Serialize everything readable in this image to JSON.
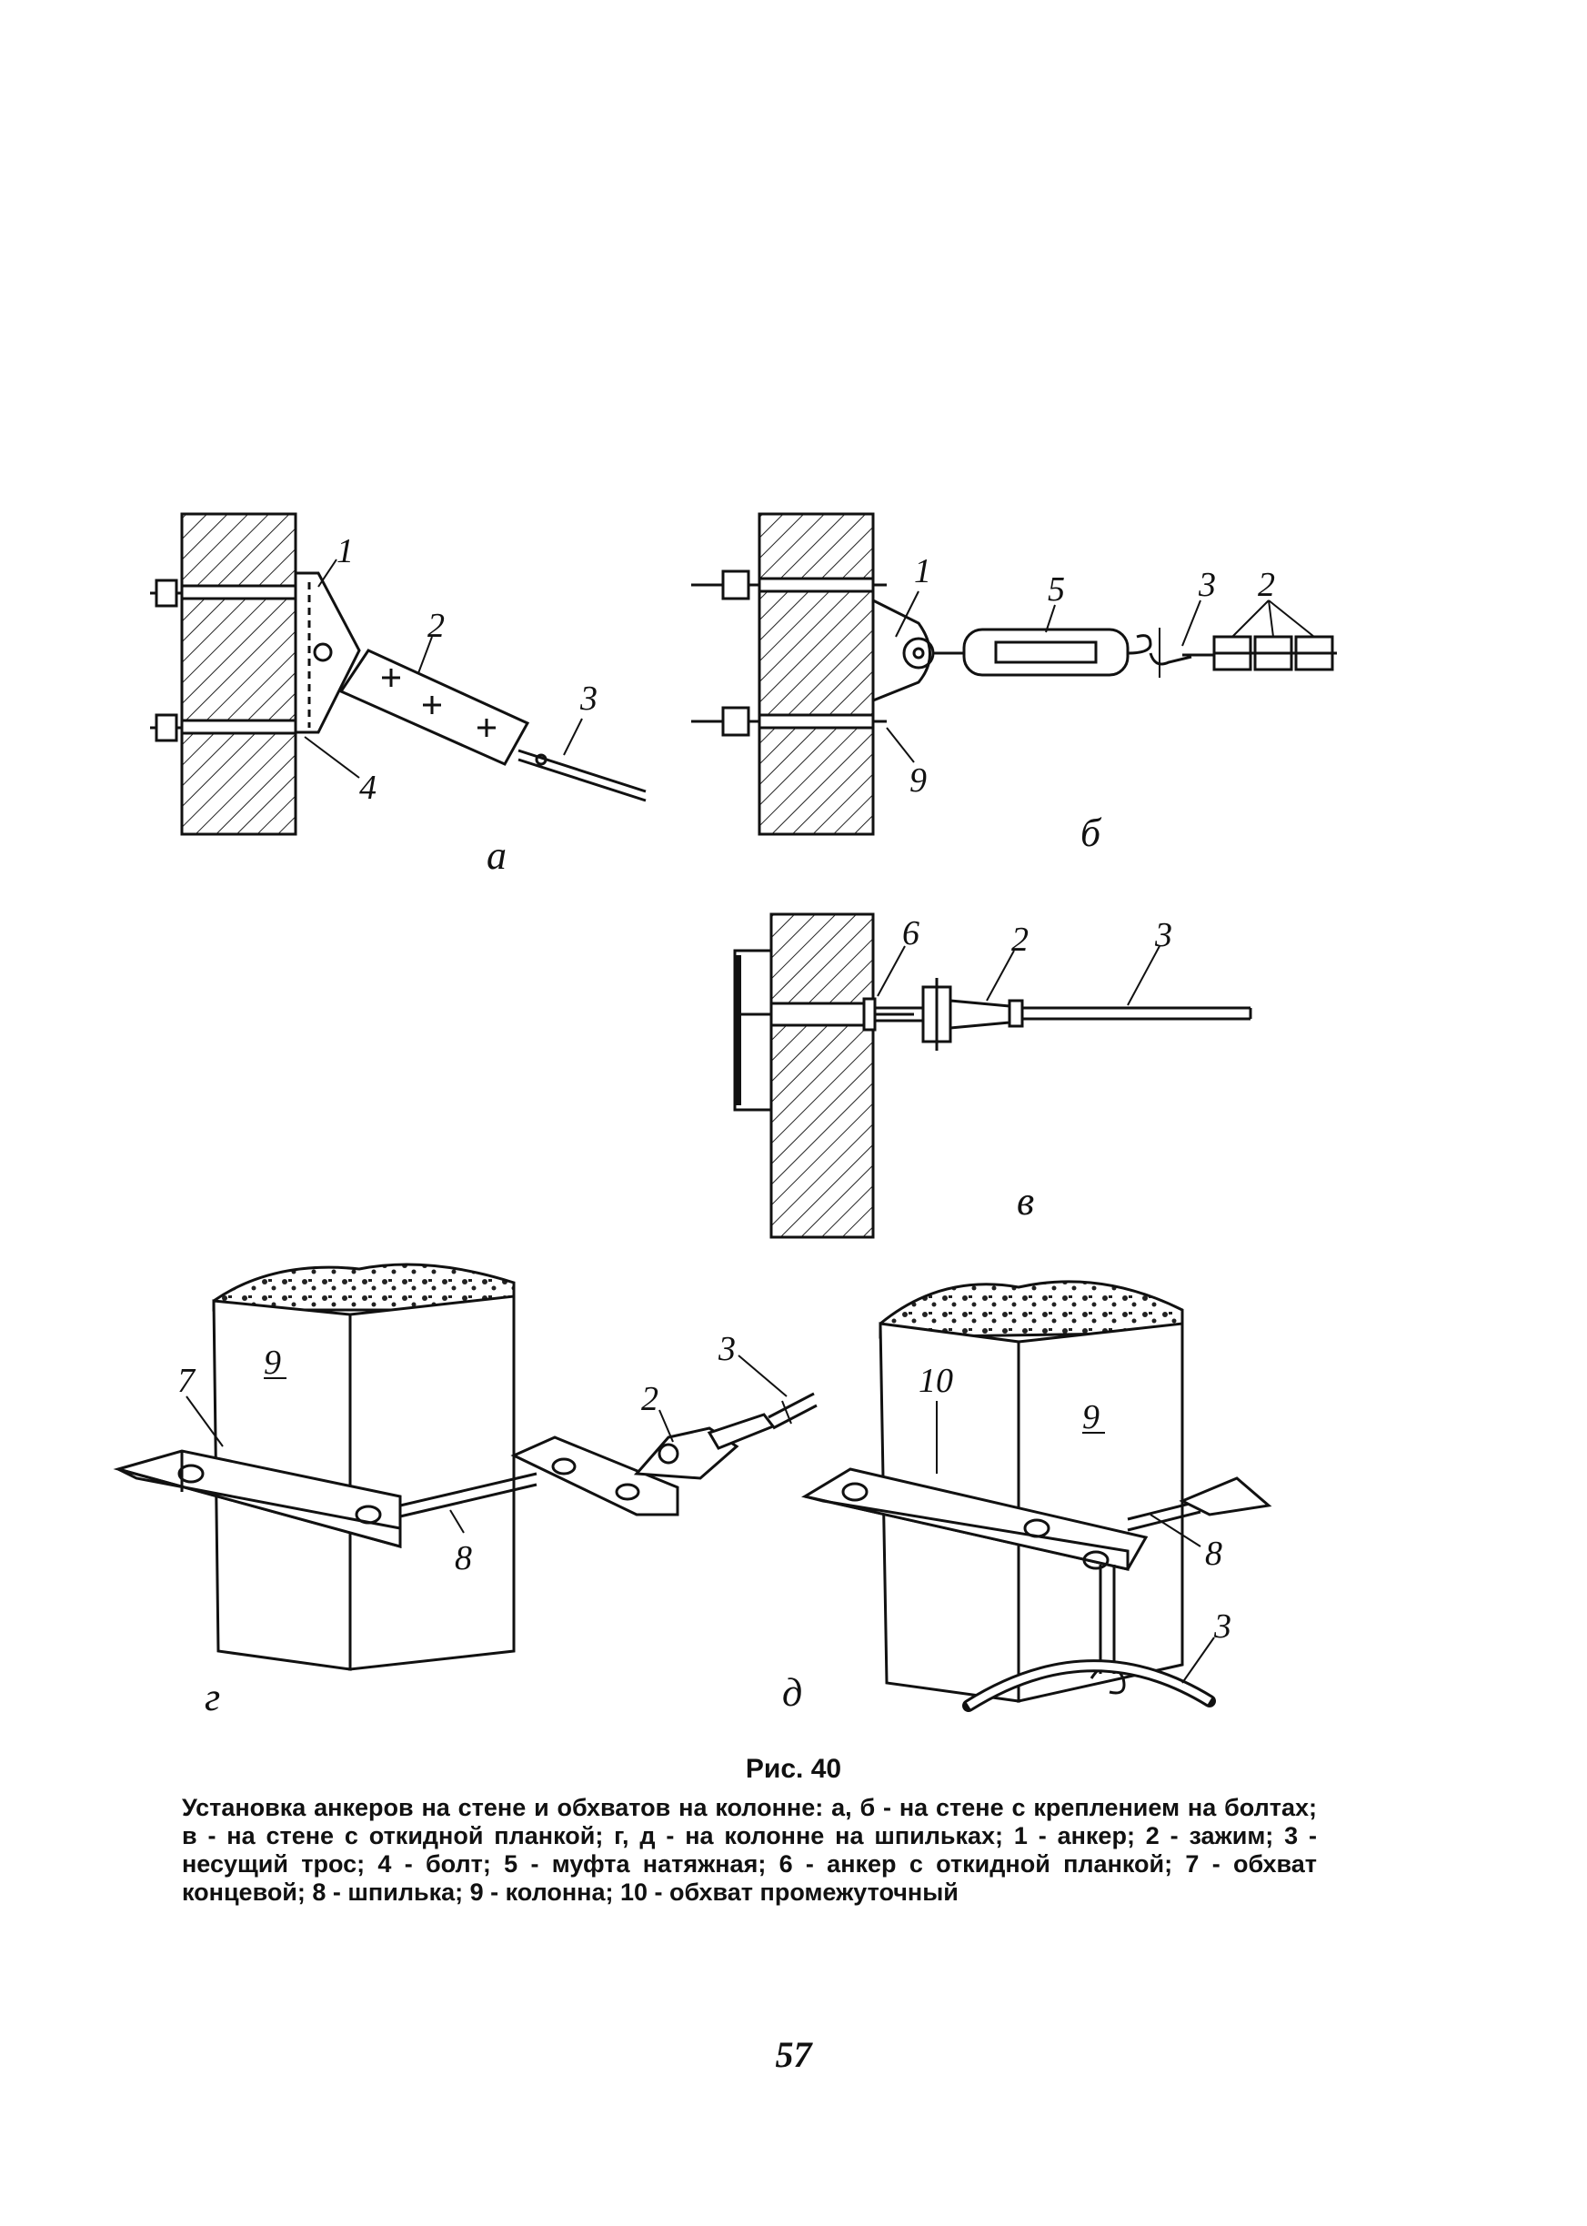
{
  "figure": {
    "panel_labels": {
      "a": "а",
      "b": "б",
      "v": "в",
      "g": "г",
      "d": "д"
    },
    "callouts": {
      "a": [
        "1",
        "2",
        "3",
        "4"
      ],
      "b": [
        "1",
        "5",
        "3",
        "2",
        "9"
      ],
      "v": [
        "6",
        "2",
        "3"
      ],
      "g": [
        "7",
        "9",
        "2",
        "3",
        "8"
      ],
      "d": [
        "10",
        "9",
        "8",
        "3"
      ]
    }
  },
  "caption": {
    "title": "Рис. 40",
    "text": "Установка анкеров на стене и обхватов на колонне: а, б - на стене с креплением на болтах; в - на стене с откидной планкой; г, д - на колонне на шпильках; 1 - анкер; 2 - зажим; 3 - несущий трос; 4 - болт; 5 - муфта натяжная; 6 - анкер с откидной планкой; 7 - обхват концевой; 8 - шпилька; 9 - колонна; 10 - обхват промежуточный"
  },
  "page_number": "57"
}
